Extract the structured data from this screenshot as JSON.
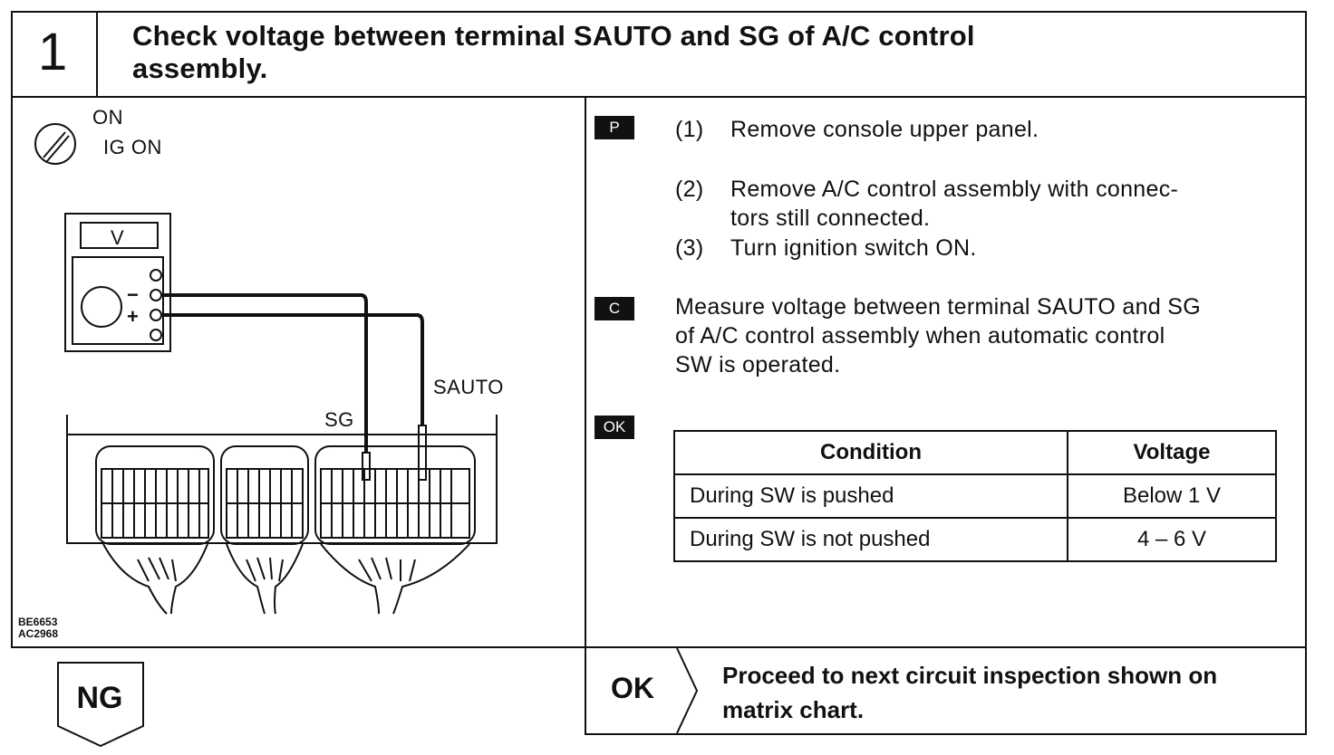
{
  "header": {
    "step_number": "1",
    "title_line1": "Check voltage between terminal SAUTO and SG of A/C control",
    "title_line2": "assembly."
  },
  "diagram": {
    "switch_on_label": "ON",
    "switch_ig_label": "IG ON",
    "meter_label": "V",
    "minus_sign": "−",
    "plus_sign": "+",
    "terminal_sauto": "SAUTO",
    "terminal_sg": "SG",
    "code_line1": "BE6653",
    "code_line2": "AC2968"
  },
  "steps": {
    "p_tag": "P",
    "c_tag": "C",
    "ok_tag": "OK",
    "step1_num": "(1)",
    "step1_text": "Remove console upper panel.",
    "step2_num": "(2)",
    "step2_line1": "Remove A/C control assembly with connec-",
    "step2_line2": "tors still connected.",
    "step3_num": "(3)",
    "step3_text": "Turn ignition switch ON.",
    "measure_line1": "Measure voltage between terminal SAUTO and SG",
    "measure_line2": "of A/C control assembly when automatic control",
    "measure_line3": "SW is operated."
  },
  "spec_table": {
    "headers": [
      "Condition",
      "Voltage"
    ],
    "rows": [
      [
        "During SW is pushed",
        "Below 1 V"
      ],
      [
        "During SW is not pushed",
        "4 – 6 V"
      ]
    ]
  },
  "result": {
    "ng_label": "NG",
    "ok_label": "OK",
    "ok_line1": "Proceed to next circuit inspection shown on",
    "ok_line2": "matrix chart."
  }
}
